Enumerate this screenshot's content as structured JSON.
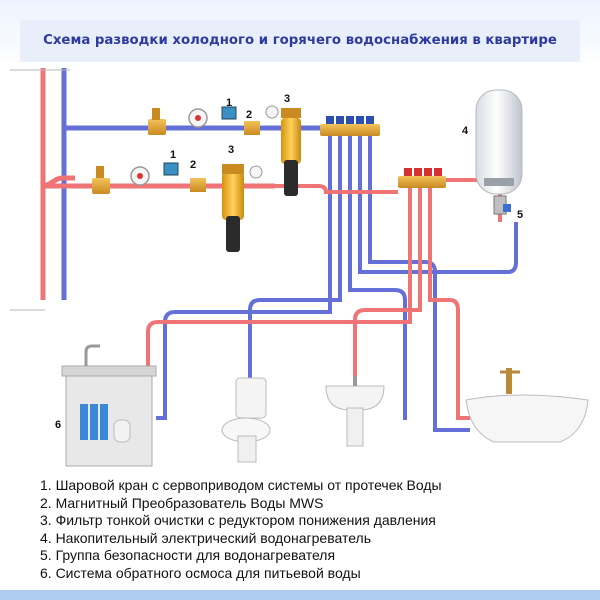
{
  "title": "Схема разводки холодного и горячего водоснабжения в квартире",
  "callouts": {
    "n1": "1",
    "n2": "2",
    "n3": "3",
    "n4": "4",
    "n5": "5",
    "n6": "6"
  },
  "legend": [
    {
      "text": "1. Шаровой кран с сервоприводом системы от протечек Воды"
    },
    {
      "text": "2. Магнитный Преобразователь Воды MWS"
    },
    {
      "text": "3. Фильтр тонкой очистки с редуктором понижения давления"
    },
    {
      "text": "4. Накопительный электрический водонагреватель"
    },
    {
      "text": "5. Группа безопасности для водонагревателя"
    },
    {
      "text": "6. Система обратного осмоса для питьевой воды"
    }
  ],
  "colors": {
    "cold_pipe": "#6470d8",
    "hot_pipe": "#ef7476",
    "filter": "#f0b020",
    "manifold": "#e2a23a",
    "title_text": "#2d3ba0"
  }
}
